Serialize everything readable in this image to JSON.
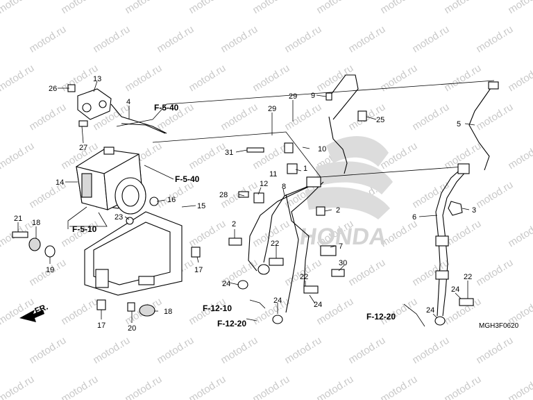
{
  "watermark": "motod.ru",
  "diagram_code": "MGH3F0620",
  "front_arrow_label": "FR.",
  "brand_text": "HONDA",
  "references": {
    "f5_40": "F-5-40",
    "f5_10": "F-5-10",
    "f12_10": "F-12-10",
    "f12_20": "F-12-20"
  },
  "callouts": {
    "p1": "1",
    "p2": "2",
    "p3": "3",
    "p4": "4",
    "p5": "5",
    "p6": "6",
    "p7": "7",
    "p8": "8",
    "p9": "9",
    "p10": "10",
    "p11": "11",
    "p12": "12",
    "p13": "13",
    "p14": "14",
    "p15": "15",
    "p16": "16",
    "p17": "17",
    "p18": "18",
    "p19": "19",
    "p20": "20",
    "p21": "21",
    "p22": "22",
    "p23": "23",
    "p24": "24",
    "p25": "25",
    "p26": "26",
    "p27": "27",
    "p28": "28",
    "p29": "29",
    "p30": "30",
    "p31": "31"
  }
}
